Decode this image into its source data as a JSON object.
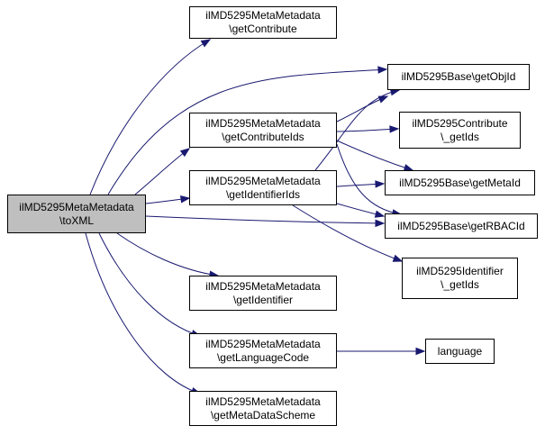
{
  "colors": {
    "edge": "#191970",
    "root_fill": "#bfbfbf",
    "node_fill": "#ffffff",
    "node_border": "#000000"
  },
  "nodes": {
    "toXML": {
      "line1": "ilMD5295MetaMetadata",
      "line2": "\\toXML"
    },
    "getContribute": {
      "line1": "ilMD5295MetaMetadata",
      "line2": "\\getContribute"
    },
    "getContributeIds": {
      "line1": "ilMD5295MetaMetadata",
      "line2": "\\getContributeIds"
    },
    "getIdentifierIds": {
      "line1": "ilMD5295MetaMetadata",
      "line2": "\\getIdentifierIds"
    },
    "getIdentifier": {
      "line1": "ilMD5295MetaMetadata",
      "line2": "\\getIdentifier"
    },
    "getLanguageCode": {
      "line1": "ilMD5295MetaMetadata",
      "line2": "\\getLanguageCode"
    },
    "getMetaDataScheme": {
      "line1": "ilMD5295MetaMetadata",
      "line2": "\\getMetaDataScheme"
    },
    "getObjId": {
      "line1": "ilMD5295Base\\getObjId"
    },
    "contributeGetIds": {
      "line1": "ilMD5295Contribute",
      "line2": "\\_getIds"
    },
    "getMetaId": {
      "line1": "ilMD5295Base\\getMetaId"
    },
    "getRBACId": {
      "line1": "ilMD5295Base\\getRBACId"
    },
    "identifierGetIds": {
      "line1": "ilMD5295Identifier",
      "line2": "\\_getIds"
    },
    "language": {
      "line1": "language"
    }
  }
}
